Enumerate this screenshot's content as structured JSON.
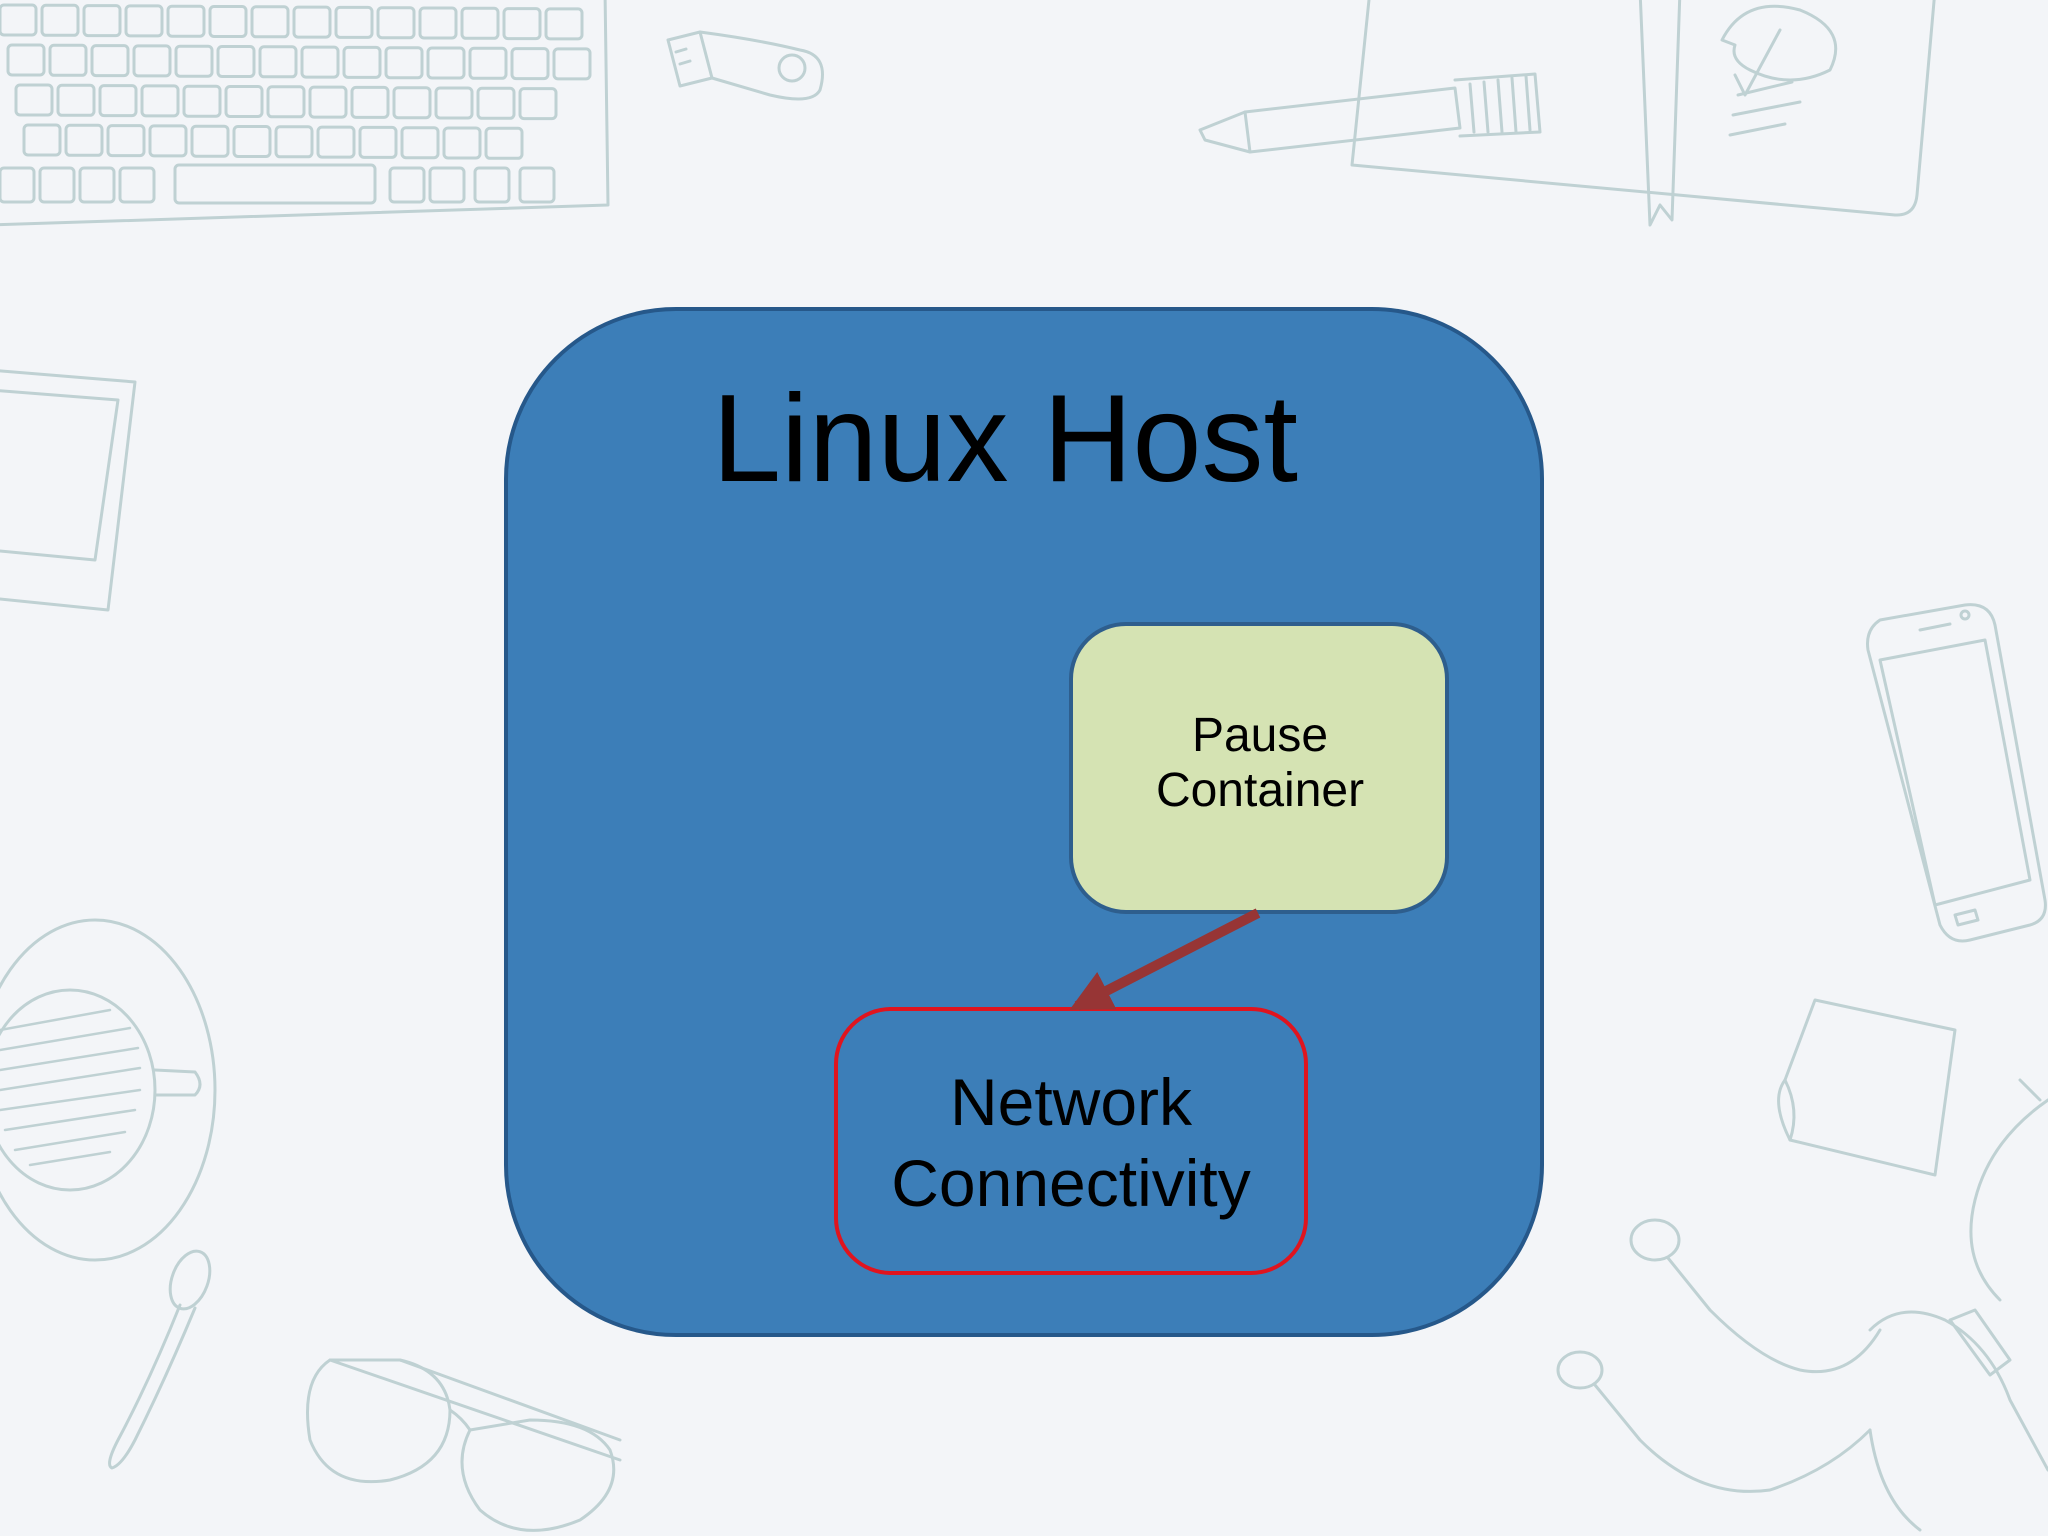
{
  "diagram": {
    "host": {
      "title": "Linux Host",
      "fill": "#3c7eb8",
      "stroke": "#26588a"
    },
    "pause_container": {
      "line1": "Pause",
      "line2": "Container",
      "fill": "#d5e3b3",
      "stroke": "#2e5e8d"
    },
    "network": {
      "line1": "Network",
      "line2": "Connectivity",
      "stroke": "#e0141e"
    },
    "arrow": {
      "from": "pause-container",
      "to": "network-connectivity",
      "color": "#973535"
    }
  },
  "background": {
    "color": "#f3f5f8",
    "doodle_color": "#bfd1d3",
    "doodles": [
      "keyboard-icon",
      "usb-stick-icon",
      "marker-icon",
      "notebook-icon",
      "tablet-icon",
      "smartphone-icon",
      "coffee-cup-icon",
      "spoon-icon",
      "glasses-icon",
      "sticky-note-icon",
      "earphones-icon"
    ]
  }
}
